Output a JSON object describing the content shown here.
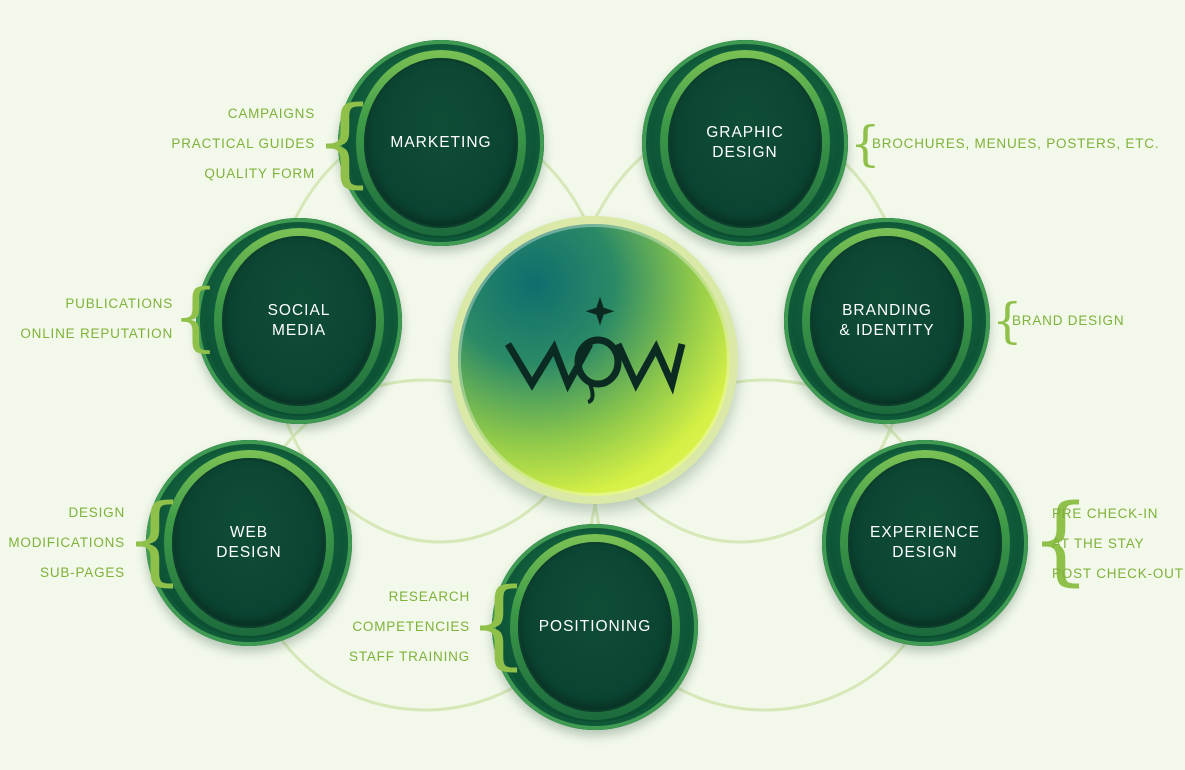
{
  "center": {
    "logo_text": "WOW",
    "logo_color": "#0b2a22"
  },
  "colors": {
    "background": "#f2f8ea",
    "node_dark": "#0b4432",
    "node_ring": "#3d9a48",
    "item_text": "#7fb23a",
    "connector": "#d6e8b8"
  },
  "nodes": [
    {
      "id": "marketing",
      "label": "MARKETING",
      "items": [
        "CAMPAIGNS",
        "PRACTICAL GUIDES",
        "QUALITY FORM"
      ]
    },
    {
      "id": "graphic",
      "label": "GRAPHIC\nDESIGN",
      "items": [
        "BROCHURES, MENUES, POSTERS, ETC."
      ]
    },
    {
      "id": "social",
      "label": "SOCIAL\nMEDIA",
      "items": [
        "PUBLICATIONS",
        "ONLINE REPUTATION"
      ]
    },
    {
      "id": "branding",
      "label": "BRANDING\n& IDENTITY",
      "items": [
        "BRAND DESIGN"
      ]
    },
    {
      "id": "web",
      "label": "WEB\nDESIGN",
      "items": [
        "DESIGN",
        "MODIFICATIONS",
        "SUB-PAGES"
      ]
    },
    {
      "id": "experience",
      "label": "EXPERIENCE\nDESIGN",
      "items": [
        "PRE CHECK-IN",
        "AT THE STAY",
        "POST CHECK-OUT"
      ]
    },
    {
      "id": "positioning",
      "label": "POSITIONING",
      "items": [
        "RESEARCH",
        "COMPETENCIES",
        "STAFF TRAINING"
      ]
    }
  ]
}
